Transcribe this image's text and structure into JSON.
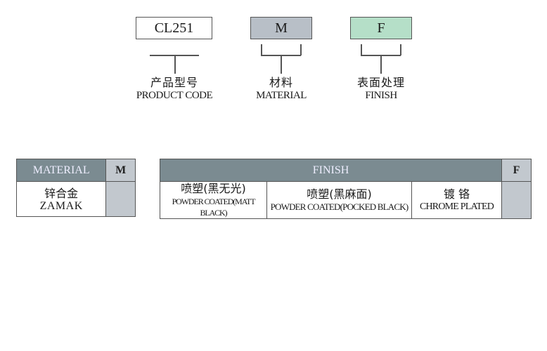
{
  "code": {
    "product_code": "CL251",
    "material_code": "M",
    "finish_code": "F",
    "colors": {
      "material": "#b8bfc7",
      "finish": "#b5dfc8"
    }
  },
  "labels": {
    "product_zh": "产品型号",
    "product_en": "PRODUCT CODE",
    "material_zh": "材料",
    "material_en": "MATERIAL",
    "finish_zh": "表面处理",
    "finish_en": "FINISH"
  },
  "material_table": {
    "header": "MATERIAL",
    "code": "M",
    "rows": [
      {
        "zh": "锌合金",
        "en": "ZAMAK"
      }
    ]
  },
  "finish_table": {
    "header": "FINISH",
    "code": "F",
    "options": [
      {
        "zh": "喷塑(黑无光)",
        "en": "POWDER COATED(MATT BLACK)"
      },
      {
        "zh": "喷塑(黑麻面)",
        "en": "POWDER COATED(POCKED BLACK)"
      },
      {
        "zh": "镀 铬",
        "en": "CHROME PLATED"
      }
    ]
  }
}
